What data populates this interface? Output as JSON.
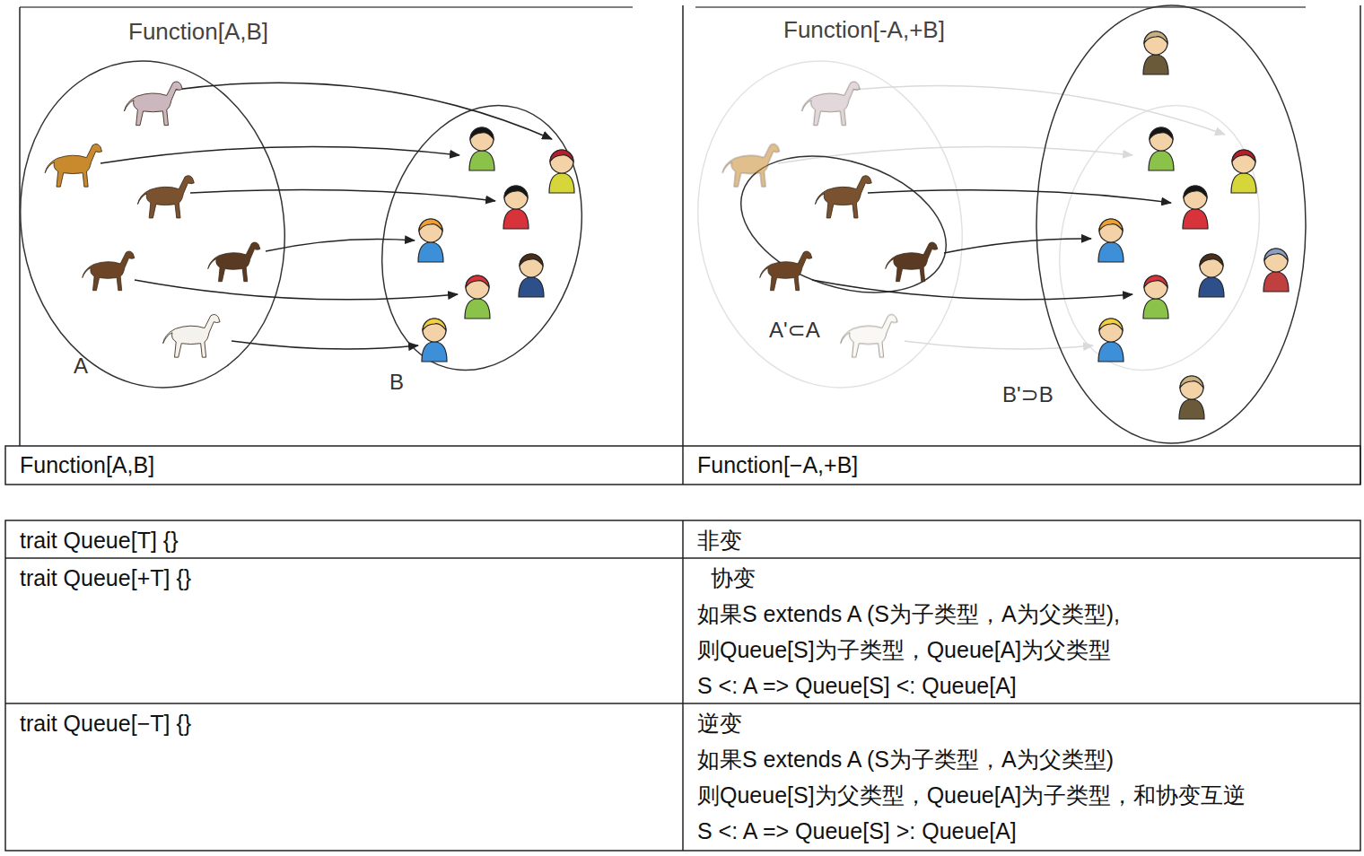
{
  "diagram": {
    "labels": [
      "Function[A,B]",
      "A",
      "B",
      "Function[-A,+B]",
      "A'⊂A",
      "B'⊃B",
      "Function[A,B]",
      "Function[−A,+B]",
      "trait Queue[T] {}",
      "非变",
      "trait Queue[+T] {}",
      "协变",
      "如果S extends A (S为子类型，A为父类型),",
      "则Queue[S]为子类型，Queue[A]为父类型",
      "S <: A => Queue[S] <: Queue[A]",
      "trait Queue[−T] {}",
      "逆变",
      "如果S extends A (S为子类型，A为父类型)",
      "则Queue[S]为父类型，Queue[A]为子类型，和协变互逆",
      "S <: A => Queue[S] >: Queue[A]"
    ]
  }
}
